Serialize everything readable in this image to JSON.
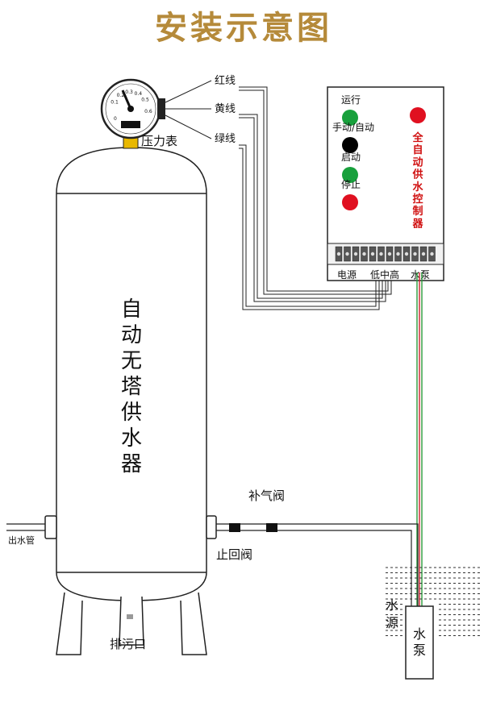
{
  "title": "安装示意图",
  "colors": {
    "title": "#b58a3a",
    "panel_title": "#d01010",
    "led_green": "#18a03c",
    "led_red": "#e01020",
    "led_black": "#000000"
  },
  "gauge": {
    "ticks": [
      "0.1",
      "0.2",
      "0.3",
      "0.4",
      "0.5",
      "0.6",
      "0"
    ],
    "label": "压力表"
  },
  "wires": {
    "red": "红线",
    "yellow": "黄线",
    "green": "绿线"
  },
  "tank": {
    "label_chars": [
      "自",
      "动",
      "无",
      "塔",
      "供",
      "水",
      "器"
    ]
  },
  "control_box": {
    "title_chars": [
      "全",
      "自",
      "动",
      "供",
      "水",
      "控",
      "制",
      "器"
    ],
    "indicators": [
      {
        "label": "运行",
        "color": "green"
      },
      {
        "label": "手动/自动",
        "color": "black"
      },
      {
        "label": "启动",
        "color": "green"
      },
      {
        "label": "停止",
        "color": "red"
      }
    ],
    "terminals": {
      "power": "电源",
      "level": "低中高",
      "pump": "水泵"
    }
  },
  "pipes": {
    "outlet": "出水管",
    "air_valve": "补气阀",
    "check_valve": "止回阀",
    "drain": "排污口"
  },
  "water_source": {
    "label_chars": [
      "水",
      "源"
    ],
    "pump_chars": [
      "水",
      "泵"
    ]
  }
}
